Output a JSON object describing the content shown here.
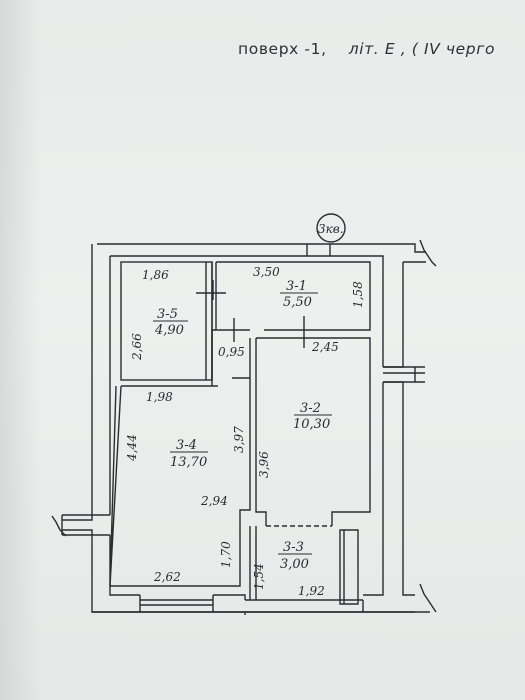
{
  "header": {
    "floor": "поверх -1,",
    "lit": "літ. Е , ( IV черго"
  },
  "apartment_label": "3кв.",
  "rooms": [
    {
      "id": "3-1",
      "area": "5,50"
    },
    {
      "id": "3-2",
      "area": "10,30"
    },
    {
      "id": "3-3",
      "area": "3,00"
    },
    {
      "id": "3-4",
      "area": "13,70"
    },
    {
      "id": "3-5",
      "area": "4,90"
    }
  ],
  "dimensions": {
    "d_1_86": "1,86",
    "d_3_50": "3,50",
    "d_1_58": "1,58",
    "d_2_66": "2,66",
    "d_0_95": "0,95",
    "d_2_45": "2,45",
    "d_1_98": "1,98",
    "d_4_44": "4,44",
    "d_3_97": "3,97",
    "d_3_96": "3,96",
    "d_2_94": "2,94",
    "d_1_70": "1,70",
    "d_1_54": "1,54",
    "d_2_62": "2,62",
    "d_1_92": "1,92"
  }
}
